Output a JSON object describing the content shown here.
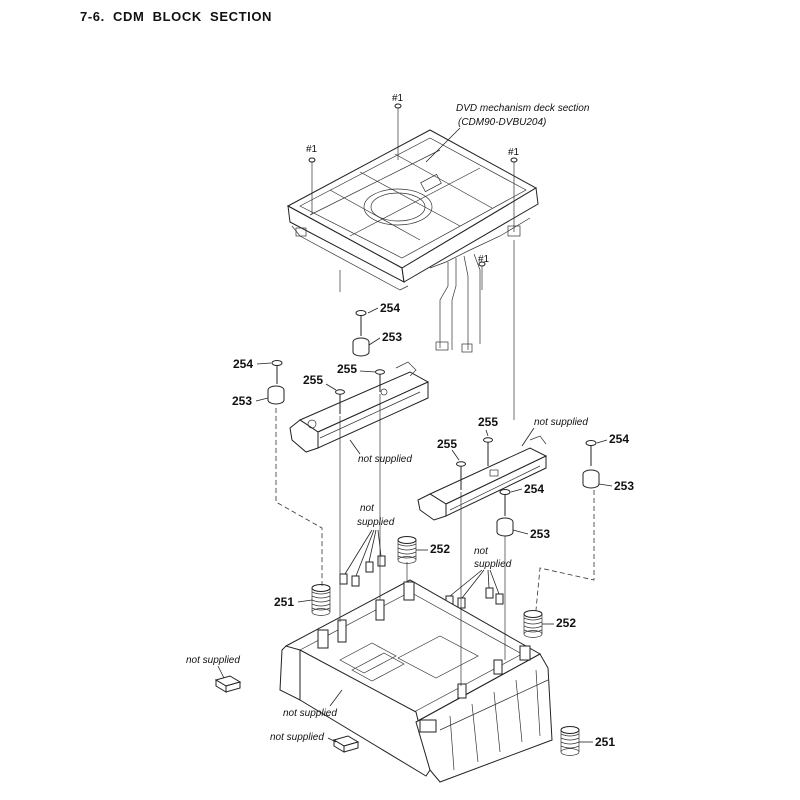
{
  "title": "7-6.  CDM BLOCK SECTION",
  "deck_label": {
    "line1": "DVD mechanism deck section",
    "line2": "(CDM90-DVBU204)"
  },
  "refs": {
    "r1": "#1",
    "r2": "#1",
    "r3": "#1",
    "r4": "#1"
  },
  "parts": {
    "p254_a": "254",
    "p253_a": "253",
    "p254_b": "254",
    "p253_b": "253",
    "p255_a": "255",
    "p255_b": "255",
    "p255_c": "255",
    "p255_d": "255",
    "p254_c": "254",
    "p253_c": "253",
    "p254_d": "254",
    "p253_d": "253",
    "p252_a": "252",
    "p251_a": "251",
    "p252_b": "252",
    "p251_b": "251"
  },
  "notes": {
    "ns_right_top": "not supplied",
    "ns_left_bracket": "not supplied",
    "ns_pins_left_1": "not",
    "ns_pins_left_2": "supplied",
    "ns_pins_right_1": "not",
    "ns_pins_right_2": "supplied",
    "ns_block_left": "not supplied",
    "ns_base_center": "not supplied",
    "ns_block_bottom": "not supplied"
  }
}
